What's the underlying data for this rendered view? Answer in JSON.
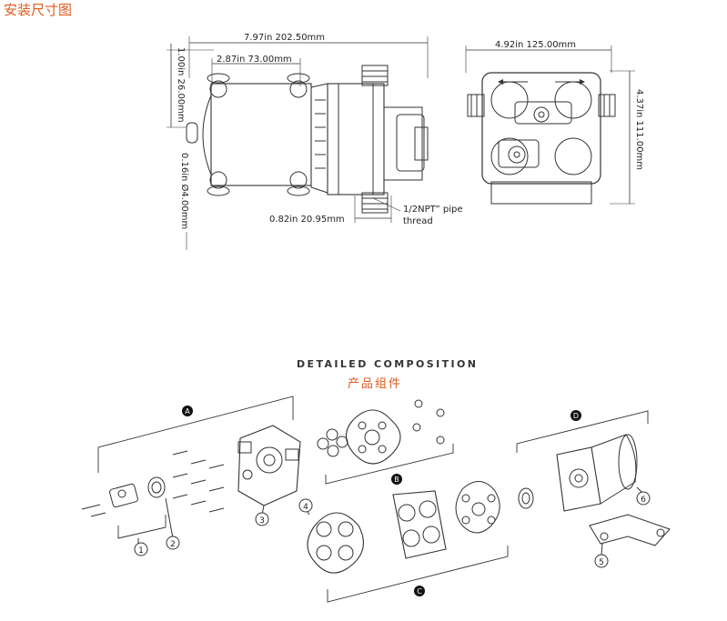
{
  "header": {
    "title": "安装尺寸图"
  },
  "dimensions": {
    "overall_length": "7.97in 202.50mm",
    "partial_length": "2.87in 73.00mm",
    "height_left": "1.00in 26.00mm",
    "hole": "0.16in Ø4.00mm",
    "port_offset": "0.82in 20.95mm",
    "thread_line1": "1/2NPT” pipe",
    "thread_line2": "thread",
    "front_width": "4.92in 125.00mm",
    "front_height": "4.37in 111.00mm"
  },
  "composition": {
    "title": "DETAILED COMPOSITION",
    "subtitle": "产品组件",
    "groups": [
      "A",
      "B",
      "C",
      "D"
    ],
    "parts": [
      "1",
      "2",
      "3",
      "4",
      "5",
      "6"
    ]
  }
}
